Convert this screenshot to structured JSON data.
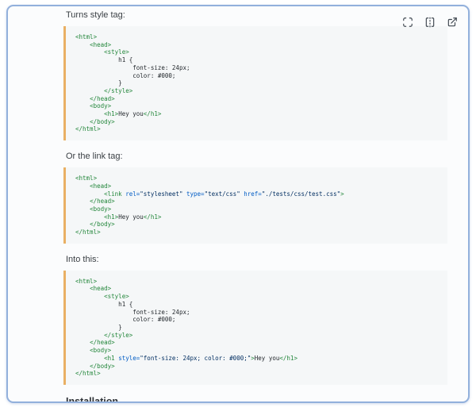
{
  "colors": {
    "card_border": "#92b0dc",
    "card_bg": "#fbfcfd",
    "code_bg": "#f5f7f8",
    "code_accent_border": "#e9b064",
    "syntax_tag_green": "#22863a",
    "syntax_attr_blue": "#005cc5",
    "syntax_string_navy": "#032f62",
    "code_plain_text": "#24292e",
    "body_text": "#3a3f44"
  },
  "toolbar": {
    "icons": [
      {
        "name": "fullscreen-icon"
      },
      {
        "name": "flip-horizontal-icon"
      },
      {
        "name": "external-link-icon"
      }
    ]
  },
  "paragraphs": {
    "p1": "Turns style tag:",
    "p2": "Or the link tag:",
    "p3": "Into this:"
  },
  "headings": {
    "installation": "Installation"
  },
  "code_blocks": {
    "block1": {
      "language": "html",
      "lines": [
        [
          [
            "<html>",
            "tag"
          ]
        ],
        [
          [
            "    ",
            "plain"
          ],
          [
            "<head>",
            "tag"
          ]
        ],
        [
          [
            "        ",
            "plain"
          ],
          [
            "<style>",
            "tag"
          ]
        ],
        [
          [
            "            h1 {",
            "plain"
          ]
        ],
        [
          [
            "                font-size: 24px;",
            "plain"
          ]
        ],
        [
          [
            "                color: #000;",
            "plain"
          ]
        ],
        [
          [
            "            }",
            "plain"
          ]
        ],
        [
          [
            "        ",
            "plain"
          ],
          [
            "</style>",
            "tag"
          ]
        ],
        [
          [
            "    ",
            "plain"
          ],
          [
            "</head>",
            "tag"
          ]
        ],
        [
          [
            "    ",
            "plain"
          ],
          [
            "<body>",
            "tag"
          ]
        ],
        [
          [
            "        ",
            "plain"
          ],
          [
            "<h1>",
            "tag"
          ],
          [
            "Hey you",
            "plain"
          ],
          [
            "</h1>",
            "tag"
          ]
        ],
        [
          [
            "    ",
            "plain"
          ],
          [
            "</body>",
            "tag"
          ]
        ],
        [
          [
            "</html>",
            "tag"
          ]
        ]
      ]
    },
    "block2": {
      "language": "html",
      "lines": [
        [
          [
            "<html>",
            "tag"
          ]
        ],
        [
          [
            "    ",
            "plain"
          ],
          [
            "<head>",
            "tag"
          ]
        ],
        [
          [
            "        ",
            "plain"
          ],
          [
            "<link ",
            "tag"
          ],
          [
            "rel=",
            "attr"
          ],
          [
            "\"stylesheet\"",
            "str"
          ],
          [
            " ",
            "plain"
          ],
          [
            "type=",
            "attr"
          ],
          [
            "\"text/css\"",
            "str"
          ],
          [
            " ",
            "plain"
          ],
          [
            "href=",
            "attr"
          ],
          [
            "\"./tests/css/test.css\"",
            "str"
          ],
          [
            ">",
            "tag"
          ]
        ],
        [
          [
            "    ",
            "plain"
          ],
          [
            "</head>",
            "tag"
          ]
        ],
        [
          [
            "    ",
            "plain"
          ],
          [
            "<body>",
            "tag"
          ]
        ],
        [
          [
            "        ",
            "plain"
          ],
          [
            "<h1>",
            "tag"
          ],
          [
            "Hey you",
            "plain"
          ],
          [
            "</h1>",
            "tag"
          ]
        ],
        [
          [
            "    ",
            "plain"
          ],
          [
            "</body>",
            "tag"
          ]
        ],
        [
          [
            "</html>",
            "tag"
          ]
        ]
      ]
    },
    "block3": {
      "language": "html",
      "lines": [
        [
          [
            "<html>",
            "tag"
          ]
        ],
        [
          [
            "    ",
            "plain"
          ],
          [
            "<head>",
            "tag"
          ]
        ],
        [
          [
            "        ",
            "plain"
          ],
          [
            "<style>",
            "tag"
          ]
        ],
        [
          [
            "            h1 {",
            "plain"
          ]
        ],
        [
          [
            "                font-size: 24px;",
            "plain"
          ]
        ],
        [
          [
            "                color: #000;",
            "plain"
          ]
        ],
        [
          [
            "            }",
            "plain"
          ]
        ],
        [
          [
            "        ",
            "plain"
          ],
          [
            "</style>",
            "tag"
          ]
        ],
        [
          [
            "    ",
            "plain"
          ],
          [
            "</head>",
            "tag"
          ]
        ],
        [
          [
            "    ",
            "plain"
          ],
          [
            "<body>",
            "tag"
          ]
        ],
        [
          [
            "        ",
            "plain"
          ],
          [
            "<h1 ",
            "tag"
          ],
          [
            "style=",
            "attr"
          ],
          [
            "\"font-size: 24px; color: #000;\"",
            "str"
          ],
          [
            ">",
            "tag"
          ],
          [
            "Hey you",
            "plain"
          ],
          [
            "</h1>",
            "tag"
          ]
        ],
        [
          [
            "    ",
            "plain"
          ],
          [
            "</body>",
            "tag"
          ]
        ],
        [
          [
            "</html>",
            "tag"
          ]
        ]
      ]
    }
  }
}
